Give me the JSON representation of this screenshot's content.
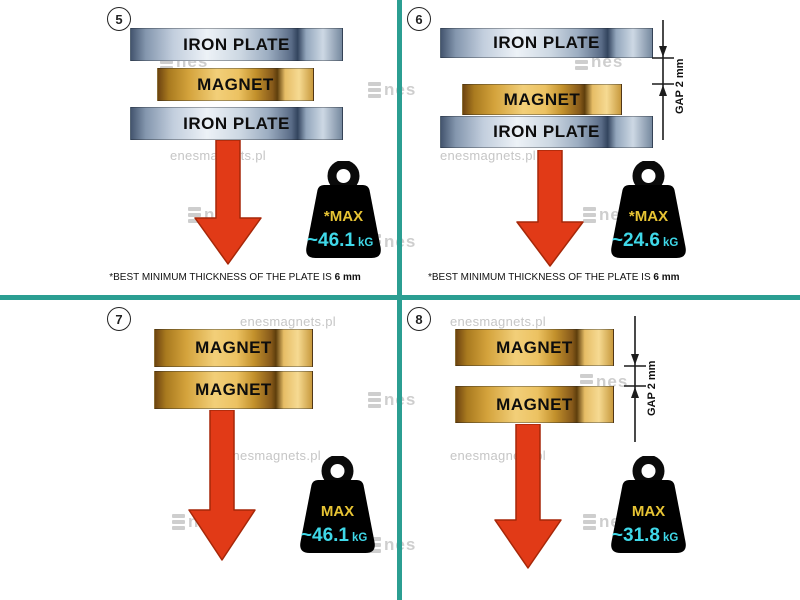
{
  "colors": {
    "divider": "#2b9e92",
    "arrow": "#e13a17",
    "weight_body": "#000000",
    "max_label": "#e7c434",
    "force_value": "#3fd8e8"
  },
  "watermark": {
    "text": "enesmagnets.pl",
    "logo": "nes"
  },
  "panels": [
    {
      "number": "5",
      "layers": {
        "top": "IRON PLATE",
        "mid": "MAGNET",
        "bottom": "IRON PLATE"
      },
      "weight": {
        "max": "*MAX",
        "value": "~46.1",
        "unit": "kG"
      },
      "footnote": {
        "text": "*BEST MINIMUM THICKNESS OF THE PLATE IS ",
        "bold": "6 mm"
      }
    },
    {
      "number": "6",
      "layers": {
        "top": "IRON PLATE",
        "mid": "MAGNET",
        "bottom": "IRON PLATE"
      },
      "gap_label": "GAP  2 mm",
      "weight": {
        "max": "*MAX",
        "value": "~24.6",
        "unit": "kG"
      },
      "footnote": {
        "text": "*BEST MINIMUM THICKNESS OF THE PLATE IS ",
        "bold": "6 mm"
      }
    },
    {
      "number": "7",
      "layers": {
        "top": "MAGNET",
        "bottom": "MAGNET"
      },
      "weight": {
        "max": "MAX",
        "value": "~46.1",
        "unit": "kG"
      }
    },
    {
      "number": "8",
      "layers": {
        "top": "MAGNET",
        "bottom": "MAGNET"
      },
      "gap_label": "GAP  2 mm",
      "weight": {
        "max": "MAX",
        "value": "~31.8",
        "unit": "kG"
      }
    }
  ]
}
